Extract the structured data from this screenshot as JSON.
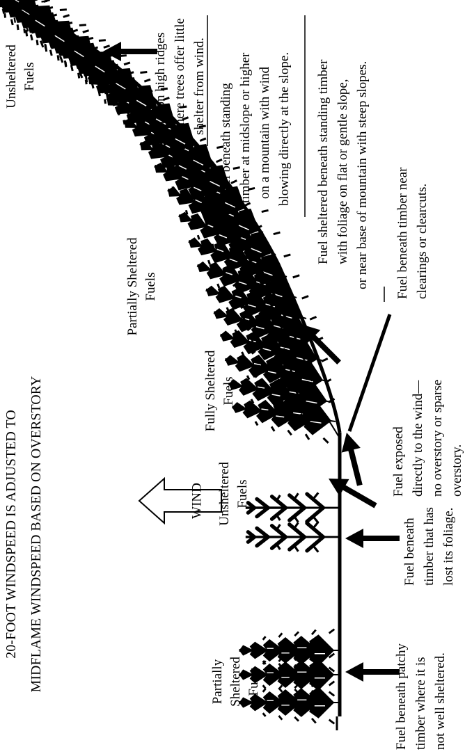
{
  "title": {
    "line1": "20-FOOT WINDSPEED IS ADJUSTED TO",
    "line2": "MIDFLAME WINDSPEED BASED ON OVERSTORY"
  },
  "wind_label": "WIND",
  "categories": {
    "unsheltered_top": [
      "Unsheltered",
      "Fuels"
    ],
    "partially_slope": [
      "Partially Sheltered",
      "Fuels"
    ],
    "fully": [
      "Fully Sheltered",
      "Fuels"
    ],
    "unsheltered_flat": [
      "Unsheltered",
      "Fuels"
    ],
    "partially_flat": [
      "Partially",
      "Sheltered",
      "Fuels"
    ]
  },
  "descriptions": {
    "ridges": [
      "Fuel on high ridges",
      "where trees offer little",
      "shelter from wind."
    ],
    "midslope": [
      "Fuel beneath standing",
      "timber at midslope or higher",
      "on a mountain with wind",
      "blowing directly at the slope."
    ],
    "foliage": [
      "Fuel sheltered beneath standing timber",
      "with foliage on flat or gentle slope,",
      "or near base of mountain with steep slopes."
    ],
    "clearings": [
      "Fuel beneath timber near",
      "clearings or clearcuts."
    ],
    "exposed": [
      "Fuel exposed",
      "directly to the wind—",
      "no overstory or sparse",
      "overstory."
    ],
    "lost_foliage": [
      "Fuel beneath",
      "timber that has",
      "lost its foliage."
    ],
    "patchy": [
      "Fuel beneath patchy",
      "timber where it is",
      "not well sheltered."
    ]
  },
  "icons": {
    "wind_arrow": "hollow-block-arrow",
    "pointer": "filled-arrow",
    "tree": "conifer-silhouette"
  },
  "colors": {
    "ink": "#000000",
    "paper": "#ffffff"
  }
}
